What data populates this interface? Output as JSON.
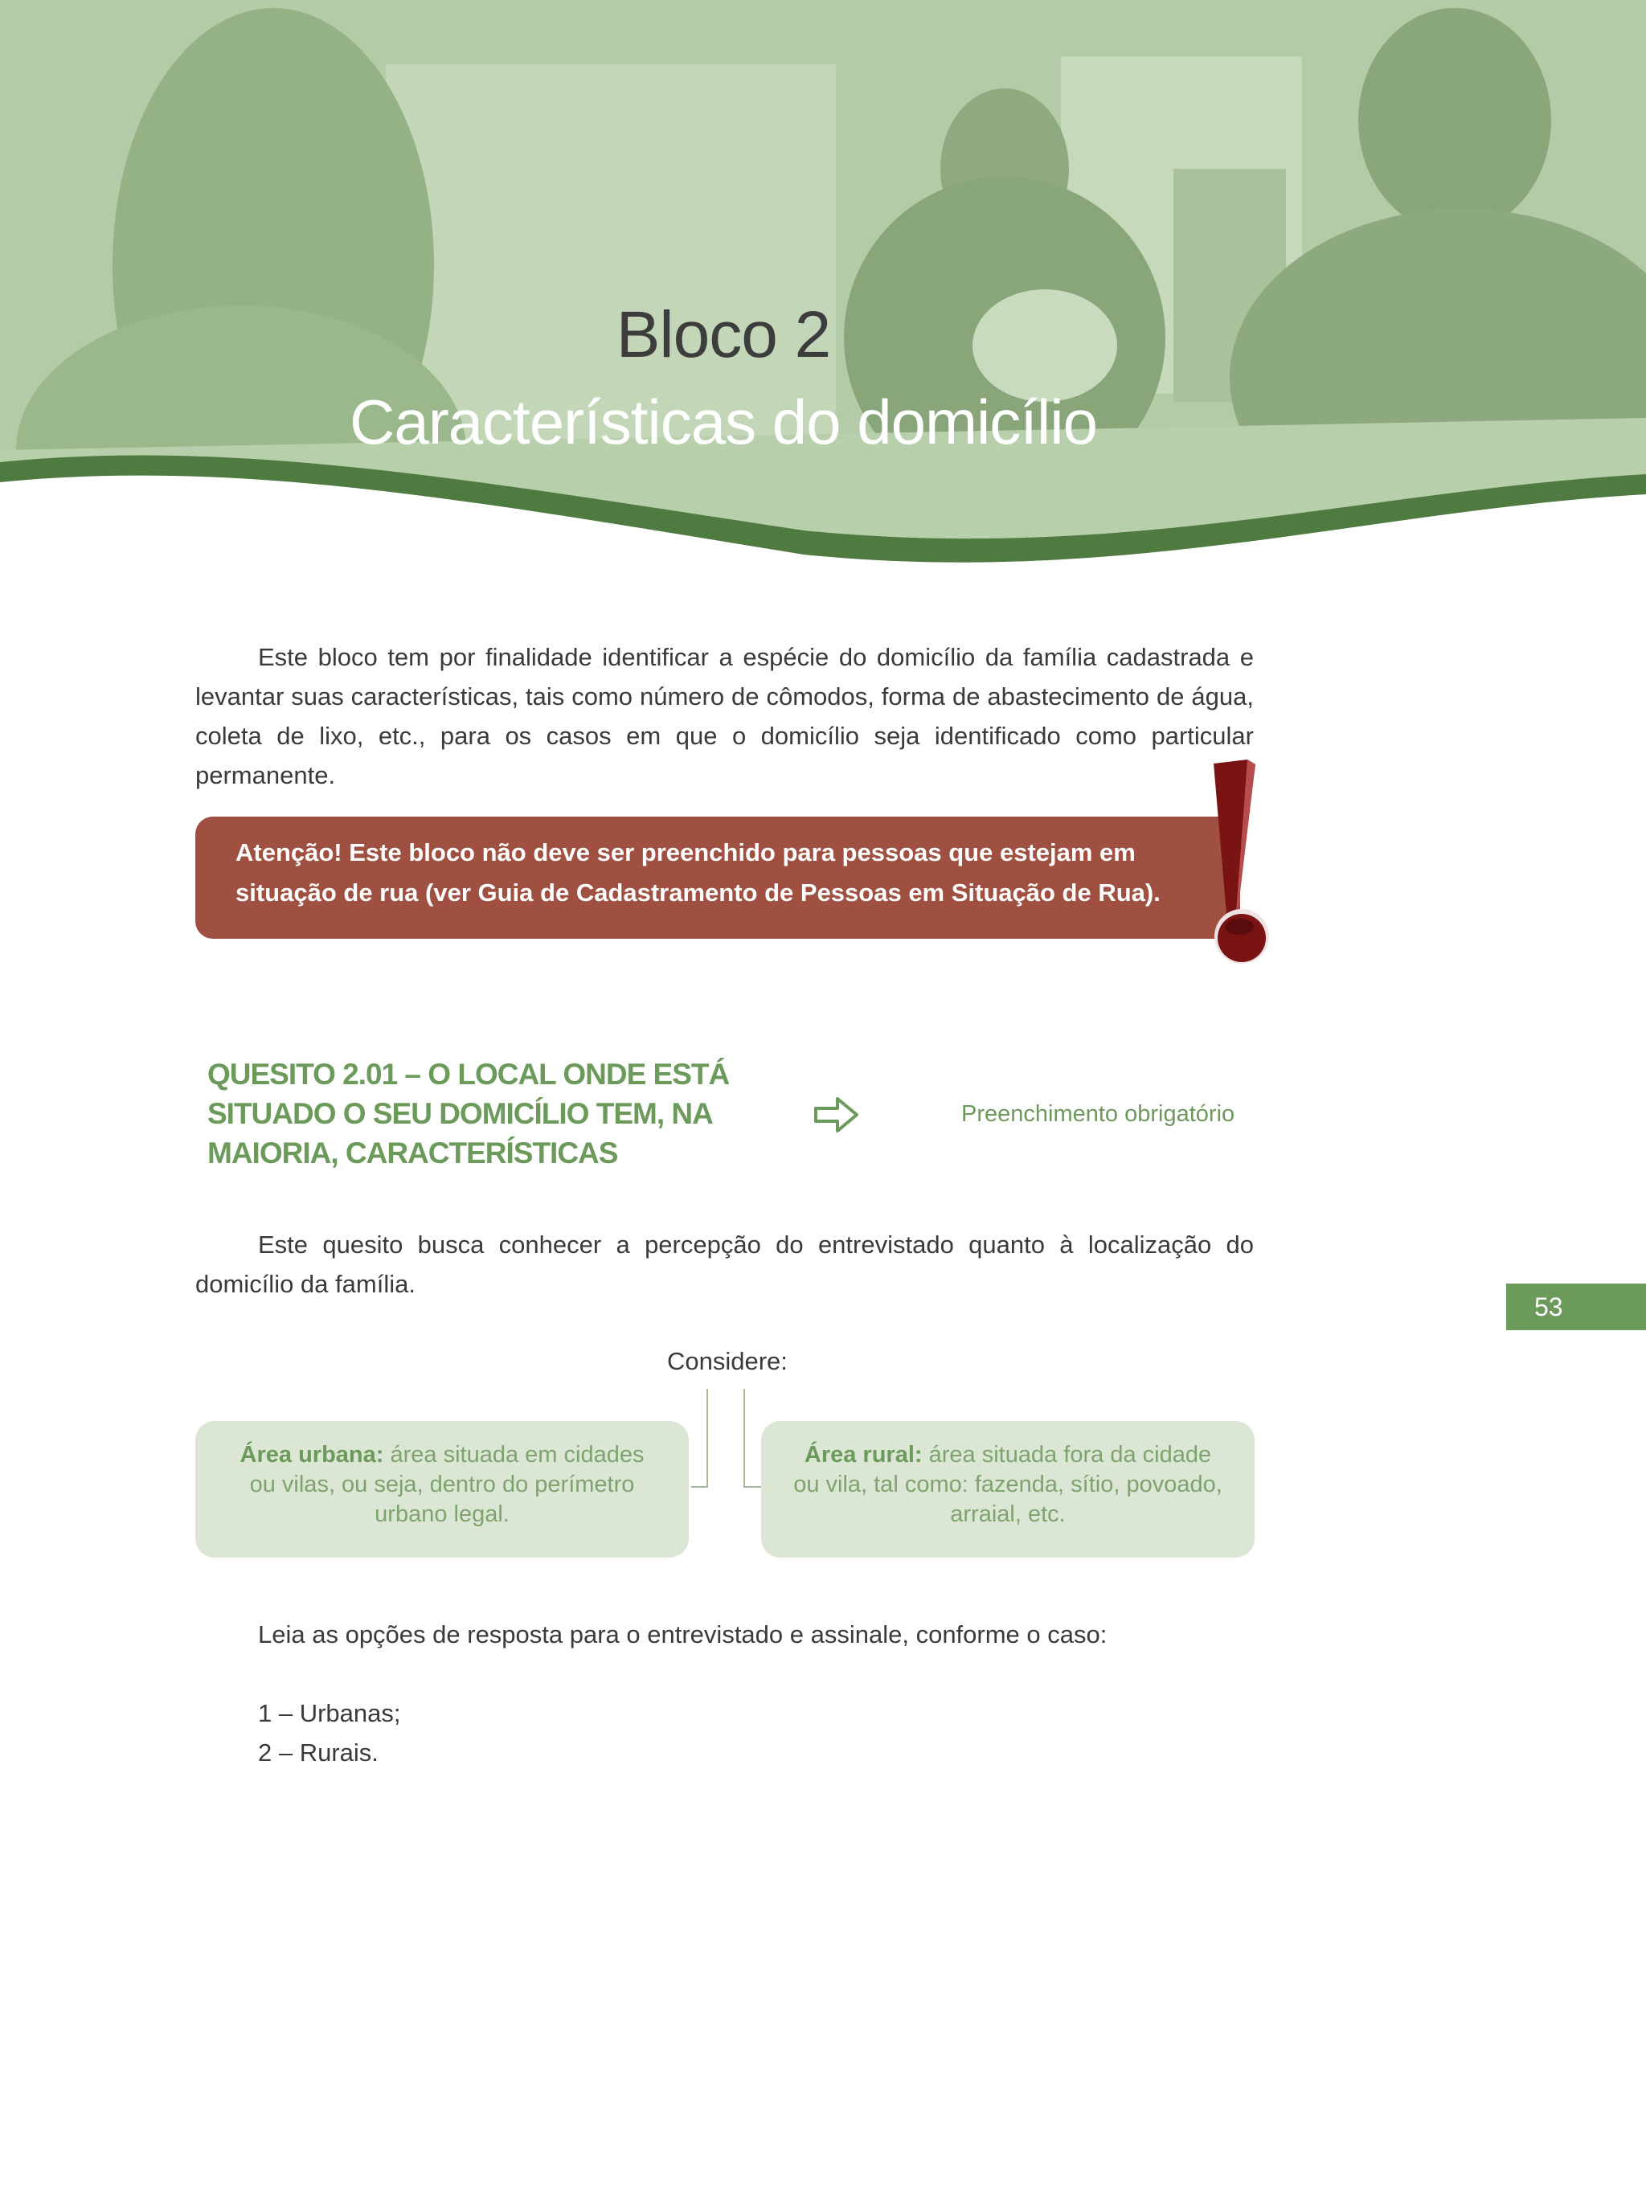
{
  "header": {
    "title_line1": "Bloco 2",
    "title_line2": "Características do domicílio"
  },
  "intro": {
    "text": "Este bloco tem por finalidade identificar a espécie do domicílio da família cadastrada e levantar suas características, tais como número de cômodos, forma de abastecimento de água, coleta de lixo, etc., para os casos em que o domicílio seja identificado como particular permanente."
  },
  "alert": {
    "text": "Atenção!  Este bloco não deve ser preenchido para pessoas que estejam em situação de rua (ver Guia de Cadastramento de Pessoas em Situação de Rua).",
    "icon": "exclamation-icon"
  },
  "quesito": {
    "title": "QUESITO 2.01 – O LOCAL ONDE ESTÁ SITUADO O SEU DOMICÍLIO TEM, NA MAIORIA, CARACTERÍSTICAS",
    "arrow_icon": "arrow-right-icon",
    "requirement": "Preenchimento obrigatório"
  },
  "description": {
    "text": "Este quesito busca conhecer a percepção do entrevistado quanto à localização do domicílio da família."
  },
  "considere": {
    "label": "Considere:",
    "urbana_term": "Área urbana:",
    "urbana_def": "área situada em cidades ou vilas, ou seja, dentro do perímetro urbano legal.",
    "rural_term": "Área rural:",
    "rural_def": "área situada fora da cidade ou vila, tal como: fazenda, sítio, povoado, arraial, etc."
  },
  "instruction": {
    "text": "Leia as opções de resposta para o entrevistado e assinale, conforme o caso:"
  },
  "options": [
    "1 – Urbanas;",
    "2 – Rurais."
  ],
  "page_number": "53",
  "colors": {
    "green_accent": "#6b9a5b",
    "alert_red": "#a05040",
    "box_fill": "#dbe6d4",
    "hero_green": "#b3cba6"
  }
}
